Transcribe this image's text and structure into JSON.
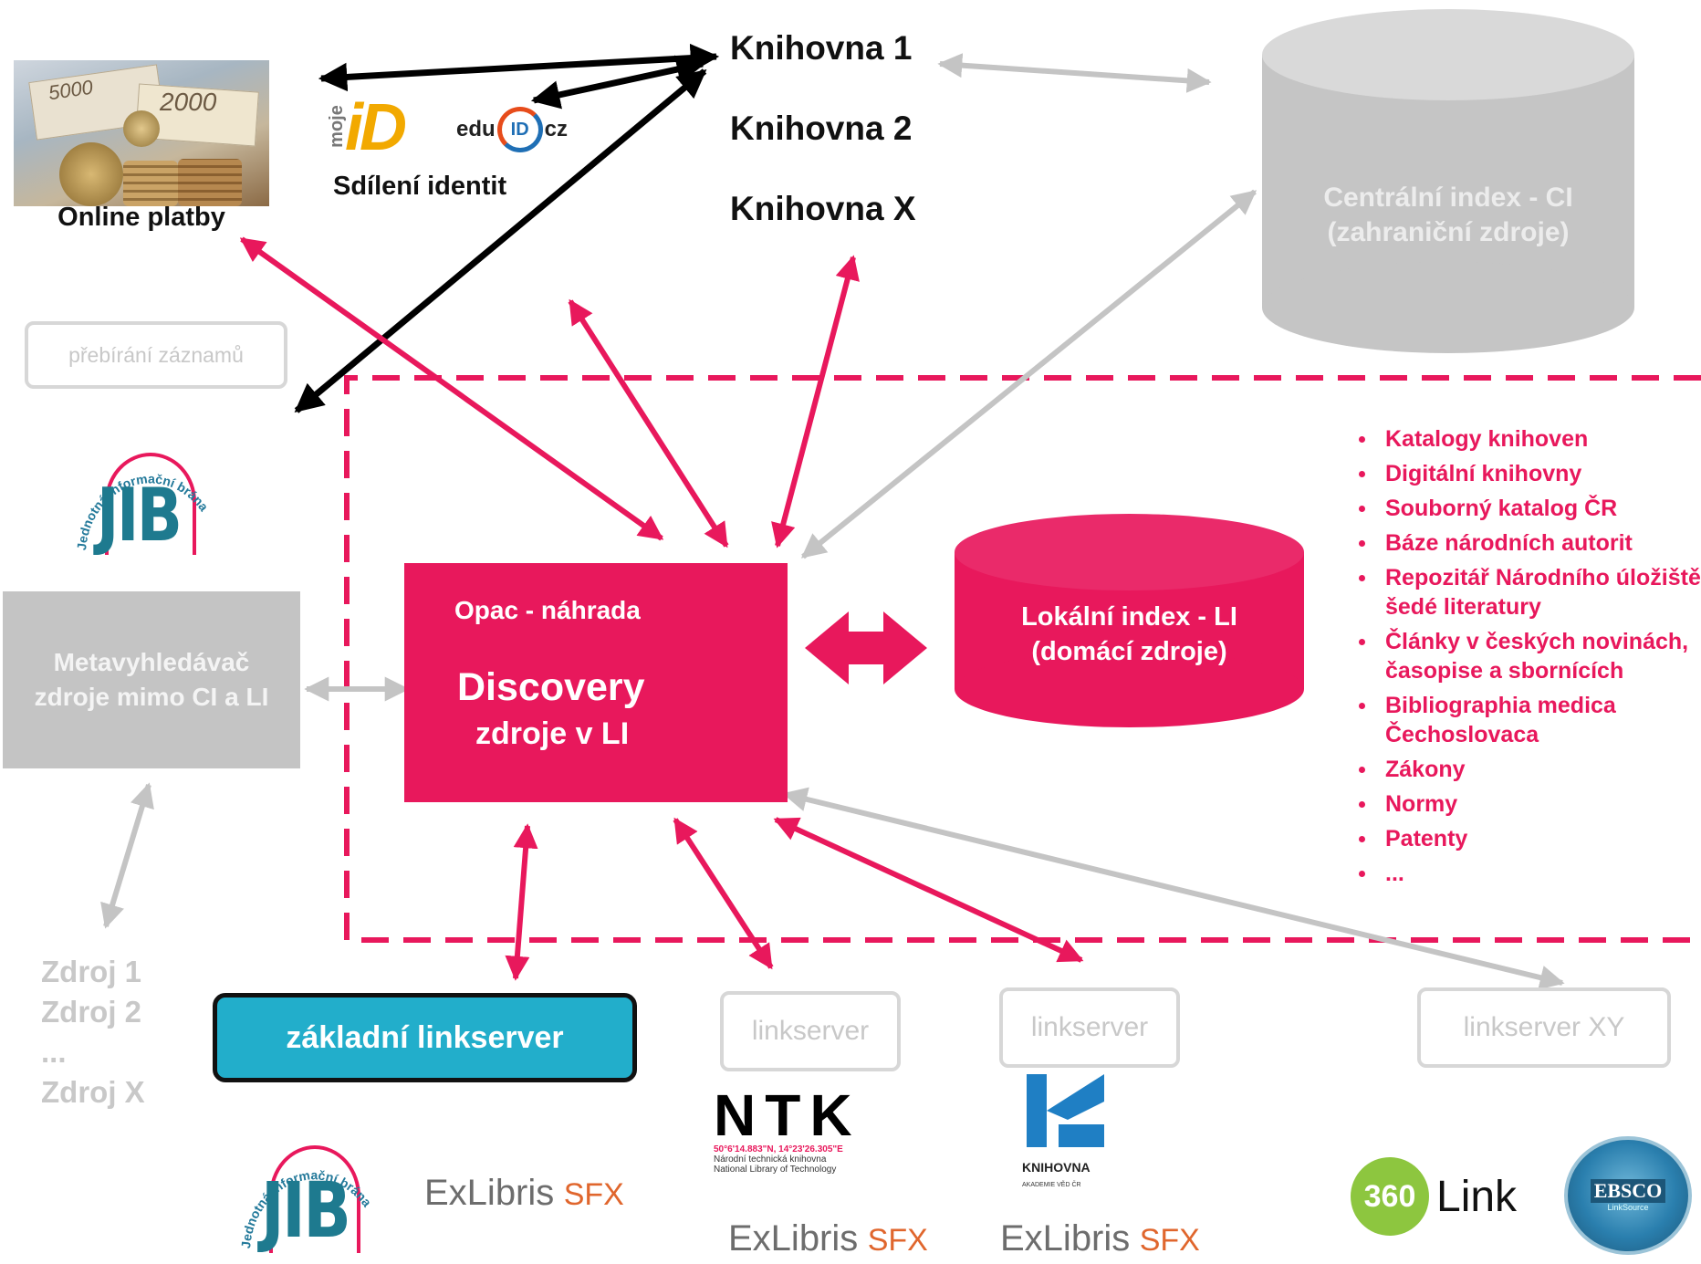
{
  "libraries": [
    "Knihovna 1",
    "Knihovna 2",
    "Knihovna X"
  ],
  "payments": {
    "label": "Online platby",
    "notes": [
      "5000",
      "2000"
    ]
  },
  "identity": {
    "label": "Sdílení identit",
    "mojeid_small": "moje",
    "mojeid_big": "iD",
    "eduid_left": "edu",
    "eduid_mid": "ID",
    "eduid_right": "cz"
  },
  "central_index": {
    "line1": "Centrální index - CI",
    "line2": "(zahraniční zdroje)"
  },
  "record_import": "přebírání záznamů",
  "jib": {
    "arc_text": "Jednotná informační brána",
    "letters": "JIB"
  },
  "metasearch": {
    "line1": "Metavyhledávač",
    "line2": "zdroje mimo CI a LI"
  },
  "discovery": {
    "top": "Opac - náhrada",
    "title": "Discovery",
    "subtitle": "zdroje v LI"
  },
  "local_index": {
    "line1": "Lokální index - LI",
    "line2": "(domácí zdroje)"
  },
  "li_sources": [
    "Katalogy knihoven",
    "Digitální knihovny",
    "Souborný katalog ČR",
    "Báze národních autorit",
    "Repozitář Národního úložiště šedé literatury",
    "Články v českých novinách, časopise a sbornících",
    "Bibliographia medica Čechoslovaca",
    "Zákony",
    "Normy",
    "Patenty",
    "..."
  ],
  "external_sources": [
    "Zdroj 1",
    "Zdroj 2",
    "...",
    "Zdroj X"
  ],
  "linkservers": {
    "basic": "základní linkserver",
    "ntk": "linkserver",
    "knav": "linkserver",
    "xy": "linkserver XY"
  },
  "logos": {
    "ntk": "NTK",
    "ntk_line1": "50°6'14.883\"N, 14°23'26.305\"E",
    "ntk_line2": "Národní technická knihovna",
    "ntk_line3": "National Library of Technology",
    "knav_label": "KNIHOVNA",
    "knav_sub": "AKADEMIE VĚD ČR",
    "exlibris": "ExLibris",
    "sfx": "SFX",
    "link360_badge": "360",
    "link360_text": "Link",
    "ebsco": "EBSCO",
    "ebsco_sub": "LinkSource"
  },
  "colors": {
    "pink": "#e8185c",
    "gray": "#c4c4c4",
    "teal": "#22aecb",
    "black": "#000000"
  }
}
